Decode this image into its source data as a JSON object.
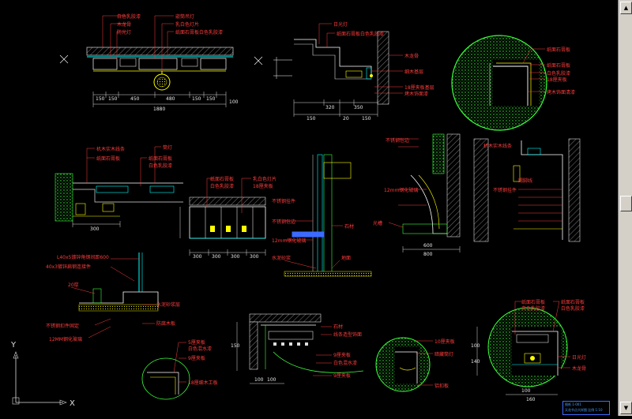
{
  "labels": {
    "d1_a": "白色乳胶漆",
    "d1_b": "木龙骨",
    "d1_c": "防光灯",
    "d1_d": "嵌筒吊灯",
    "d1_e": "乳白色灯片",
    "d1_f": "纸面石膏板白色乳胶漆",
    "d2_a": "日光灯",
    "d2_b": "纸面石膏板白色乳胶漆",
    "d2_c": "木龙骨",
    "d2_d": "细木基层",
    "d2_e": "18厘夹板基层",
    "d2_f": "烤木饰面漆",
    "d3_a": "纸面石膏板",
    "d3_b": "白色乳胶漆",
    "d3_c": "18厘夹板",
    "d3_d": "烤木饰面清漆",
    "d4_a": "机木实木线条",
    "d4_b": "纸面石膏板",
    "d4_c": "筒灯",
    "d4_d": "纸面石膏板",
    "d4_e": "白色乳胶漆",
    "d5_a": "纸面石膏板",
    "d5_b": "白色乳胶漆",
    "d5_c": "乳白色灯片",
    "d5_d": "18厘夹板",
    "d6_a": "不锈钢挂件",
    "d6_b": "石材",
    "d6_c": "12mm钢化玻璃",
    "d6_d": "不锈钢包边",
    "d6_e": "水泥砂浆",
    "d6_f": "地面",
    "d7_a": "光槽",
    "d8_a": "踢脚线",
    "d9_a": "L40x5镀锌角钢间距600",
    "d9_b": "40x3镀锌扁钢连接件",
    "d9_c": "20厚",
    "d9_d": "水泥砂浆层",
    "d9_e": "防腐木板",
    "d9_f": "12MM钢化玻璃",
    "d9_g": "不锈钢扣件固定",
    "d10_a": "5厘夹板",
    "d10_b": "白色混水漆",
    "d10_c": "9厘夹板",
    "d10_d": "18厘细木工板",
    "d11_a": "石材",
    "d11_b": "线条造型饰面",
    "d11_c": "9厘夹板",
    "d11_d": "9厘夹板",
    "d11_e": "白色混水漆",
    "d12_a": "10厘夹板",
    "d12_b": "暗藏筒灯",
    "d12_c": "铝扣板",
    "d13_a": "纸面石膏板",
    "d13_b": "白色乳胶漆",
    "d13_c": "纸面石膏板",
    "d13_d": "白色乳胶漆",
    "d13_e": "日光灯",
    "d13_f": "木龙骨"
  },
  "dims": {
    "d1": [
      "150",
      "150",
      "450",
      "480",
      "150",
      "150",
      "100"
    ],
    "d1_total": "1880",
    "d2": [
      "320",
      "350"
    ],
    "d2_b": [
      "150",
      "20",
      "150"
    ],
    "d4": "300",
    "d5": [
      "300",
      "300",
      "300",
      "300"
    ],
    "d6": [
      "600",
      "800"
    ],
    "d10": [
      "100",
      "100",
      "150"
    ],
    "d13": [
      "100",
      "140",
      "100",
      "160"
    ]
  },
  "ucs": {
    "x": "X",
    "y": "Y"
  },
  "title_block": {
    "line1": "图纸 1-001",
    "line2": "天花节点大样图 比例 1:10"
  },
  "scroll": {
    "up": "▲",
    "down": "▼"
  }
}
